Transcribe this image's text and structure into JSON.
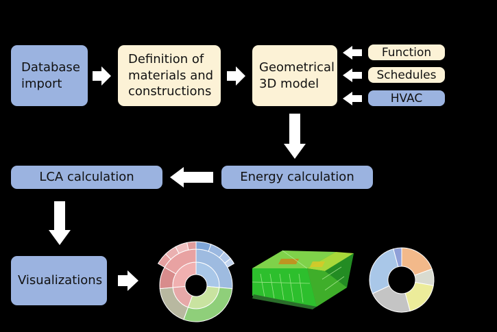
{
  "nodes": {
    "database_import": [
      "Database",
      "import"
    ],
    "materials": [
      "Definition of",
      "materials and",
      "constructions"
    ],
    "geometry": [
      "Geometrical",
      "3D model"
    ],
    "lca": "LCA calculation",
    "energy": "Energy calculation",
    "visualizations": "Visualizations"
  },
  "inputs": [
    "Function",
    "Schedules",
    "HVAC"
  ],
  "colors": {
    "background": "#000000",
    "blue_box": "#9bb3e0",
    "cream_box": "#fcf2d6",
    "arrow": "#ffffff",
    "building_green": "#2dbf2d"
  },
  "illustrations": [
    "sunburst-chart-icon",
    "building-3d-model-icon",
    "donut-chart-icon"
  ]
}
